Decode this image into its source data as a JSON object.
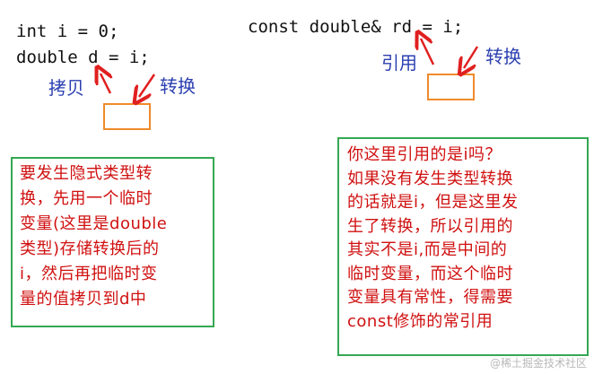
{
  "left": {
    "code_line1": "int i = 0;",
    "code_line2": "double d = i;",
    "label_copy": "拷贝",
    "label_convert": "转换",
    "note_lines": [
      "要发生隐式类型转",
      "换，先用一个临时",
      "变量(这里是double",
      "类型)存储转换后的",
      "i，然后再把临时变",
      "量的值拷贝到d中"
    ]
  },
  "right": {
    "code_line": "const double& rd = i;",
    "label_reference": "引用",
    "label_convert": "转换",
    "note_lines": [
      "你这里引用的是i吗？",
      "如果没有发生类型转换",
      "的话就是i，但是这里发",
      "生了转换，所以引用的",
      "其实不是i,而是中间的",
      "临时变量，而这个临时",
      "变量具有常性，得需要",
      "const修饰的常引用"
    ]
  },
  "watermark": "@稀土掘金技术社区",
  "colors": {
    "code": "#111111",
    "label": "#2b3fb0",
    "arrow": "#e02020",
    "temp_box": "#f08a2a",
    "note_border": "#34a853",
    "note_text": "#d01010"
  }
}
